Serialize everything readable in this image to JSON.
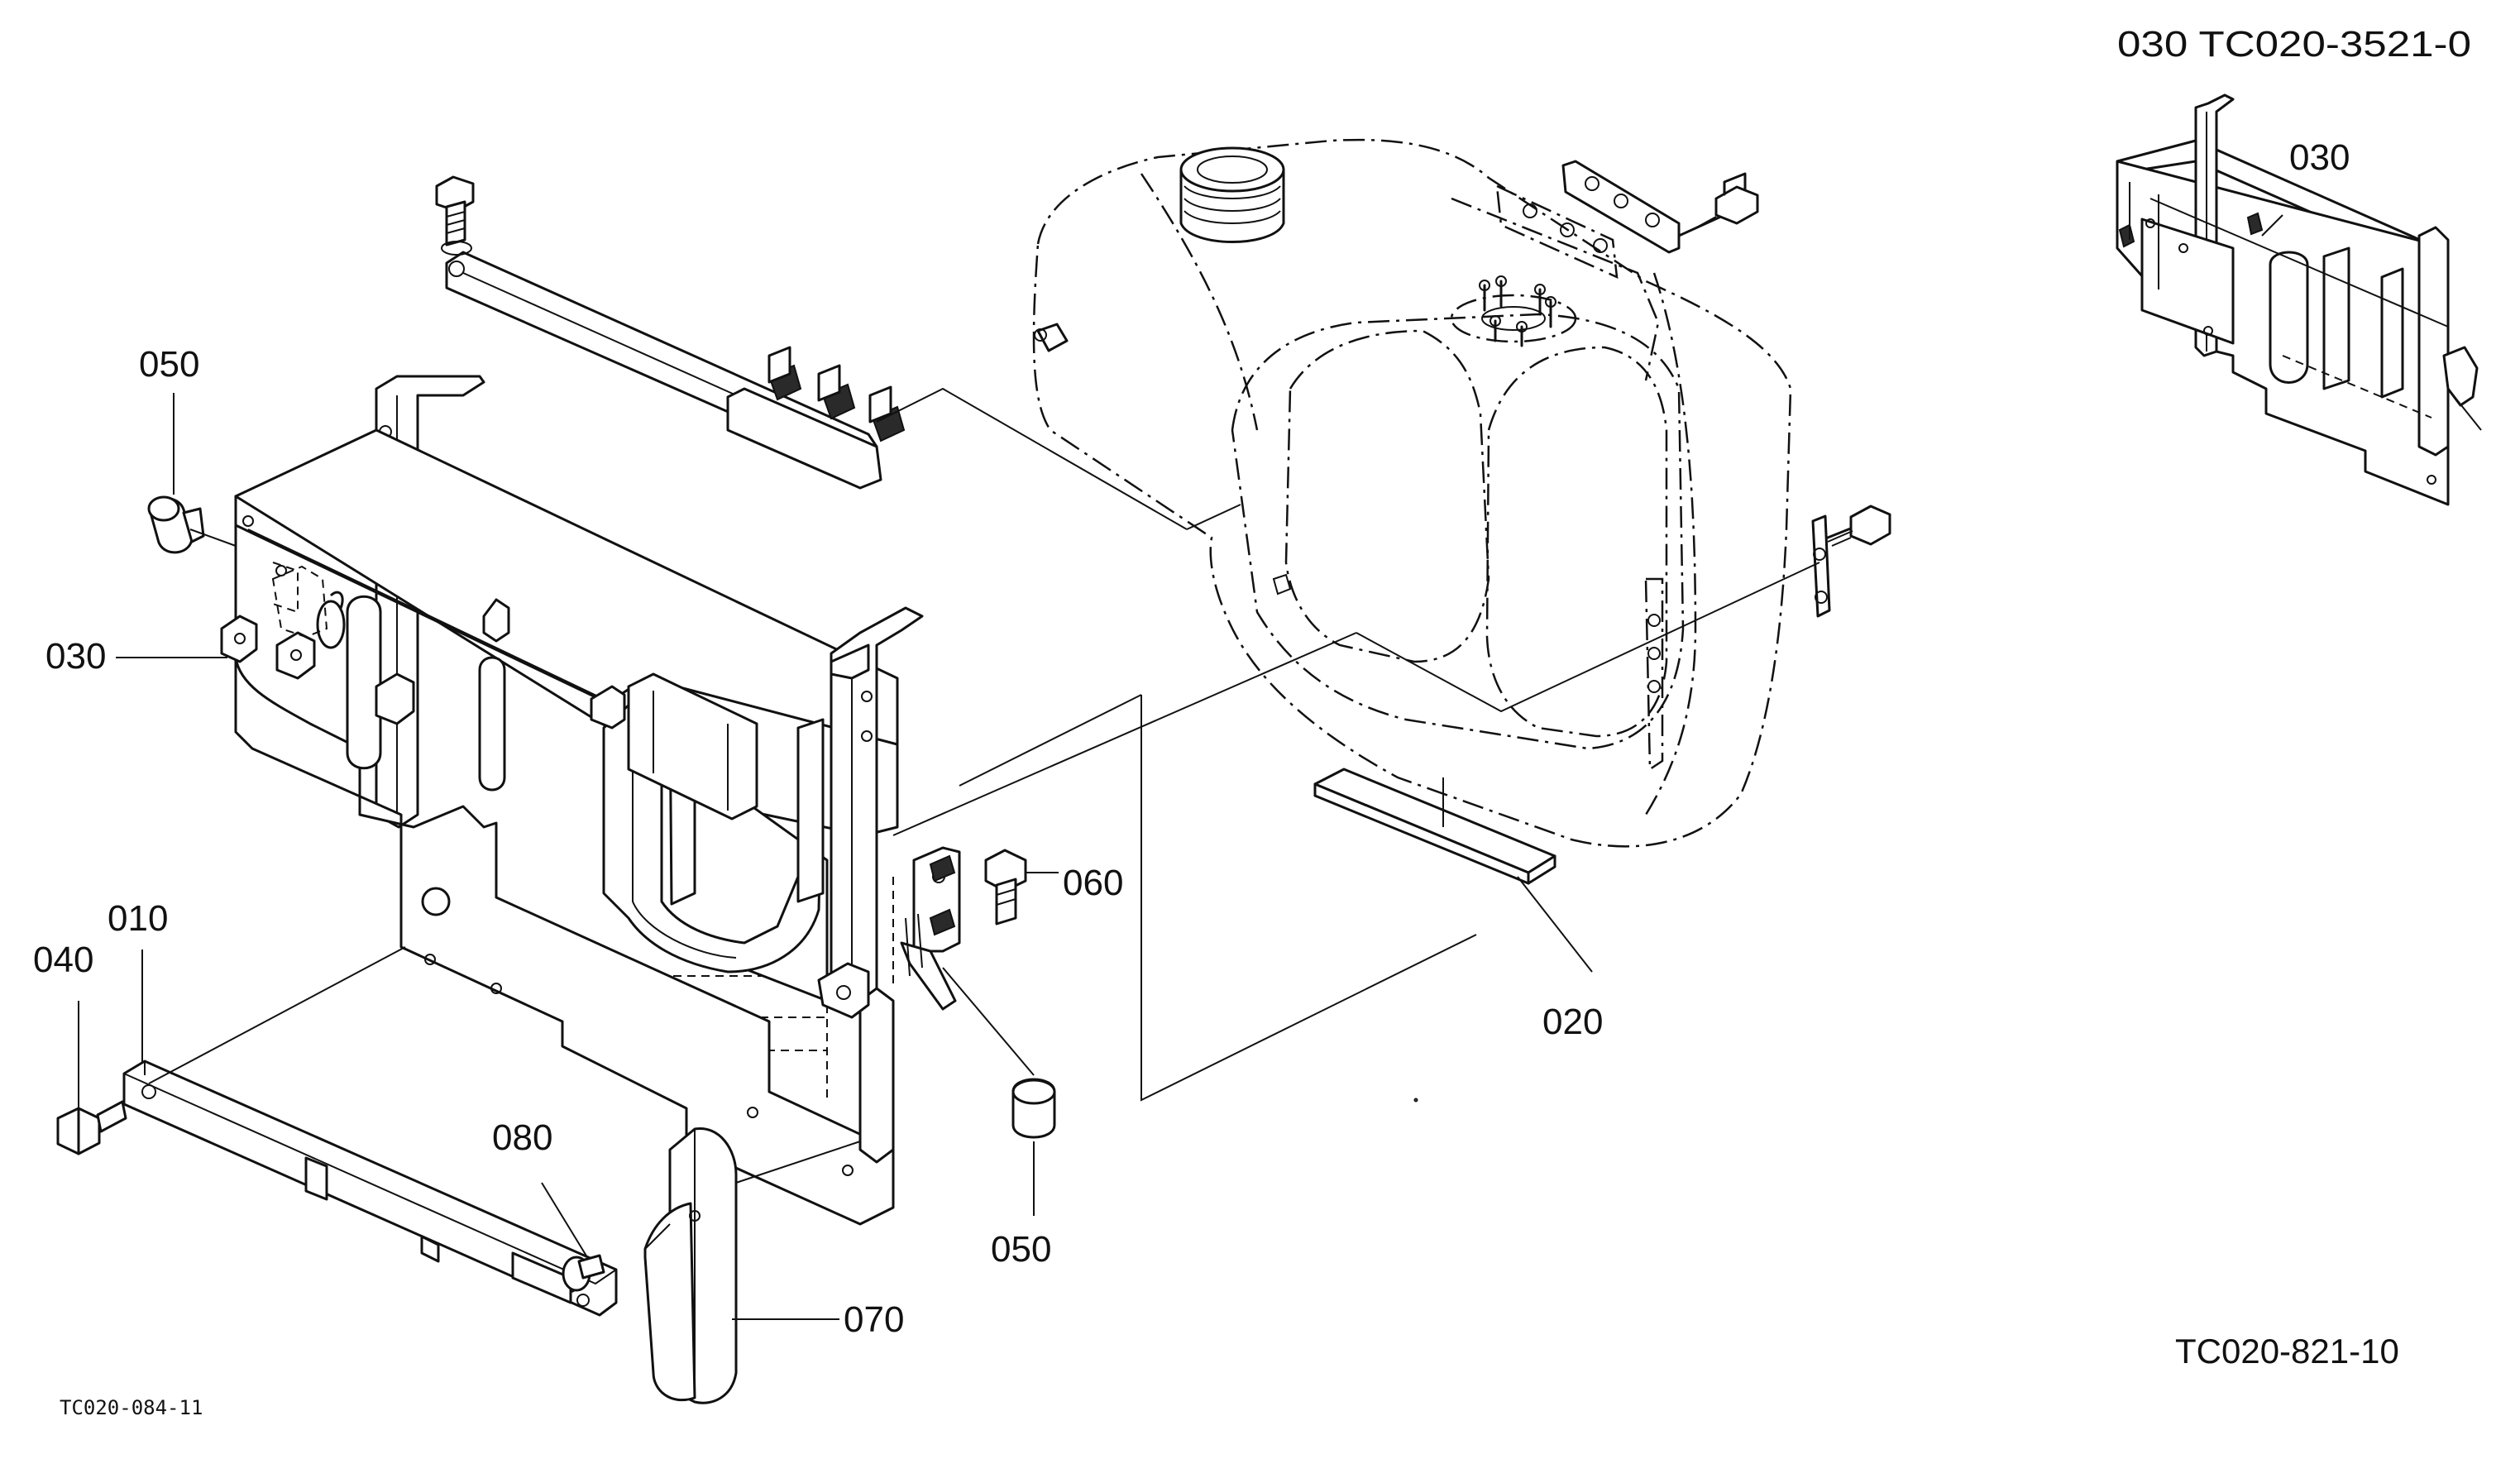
{
  "title_code": "030 TC020-3521-0",
  "inset_label": "030",
  "figure_code": "TC020-821-10",
  "drawing_code": "TC020-084-11",
  "callouts": {
    "p050_upper": "050",
    "p030": "030",
    "p010": "010",
    "p040": "040",
    "p080": "080",
    "p070": "070",
    "p060": "060",
    "p050_lower": "050",
    "p020": "020"
  }
}
